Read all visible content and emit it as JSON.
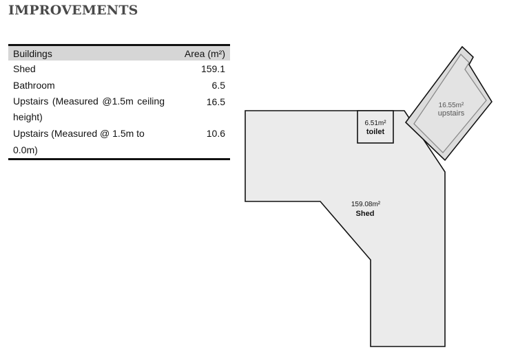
{
  "heading": "IMPROVEMENTS",
  "table": {
    "columns": [
      "Buildings",
      "Area (m²)"
    ],
    "rows": [
      {
        "building": "Shed",
        "area": "159.1"
      },
      {
        "building": "Bathroom",
        "area": "6.5"
      },
      {
        "building": "Upstairs (Measured @1.5m ceiling height)",
        "area": "16.5"
      },
      {
        "building": "Upstairs (Measured @ 1.5m to 0.0m)",
        "area": "10.6"
      }
    ]
  },
  "plan": {
    "shed": {
      "area": "159.08m²",
      "name": "Shed"
    },
    "toilet": {
      "area": "6.51m²",
      "name": "toilet"
    },
    "upstairs": {
      "area": "16.55m²",
      "name": "upstairs"
    }
  }
}
